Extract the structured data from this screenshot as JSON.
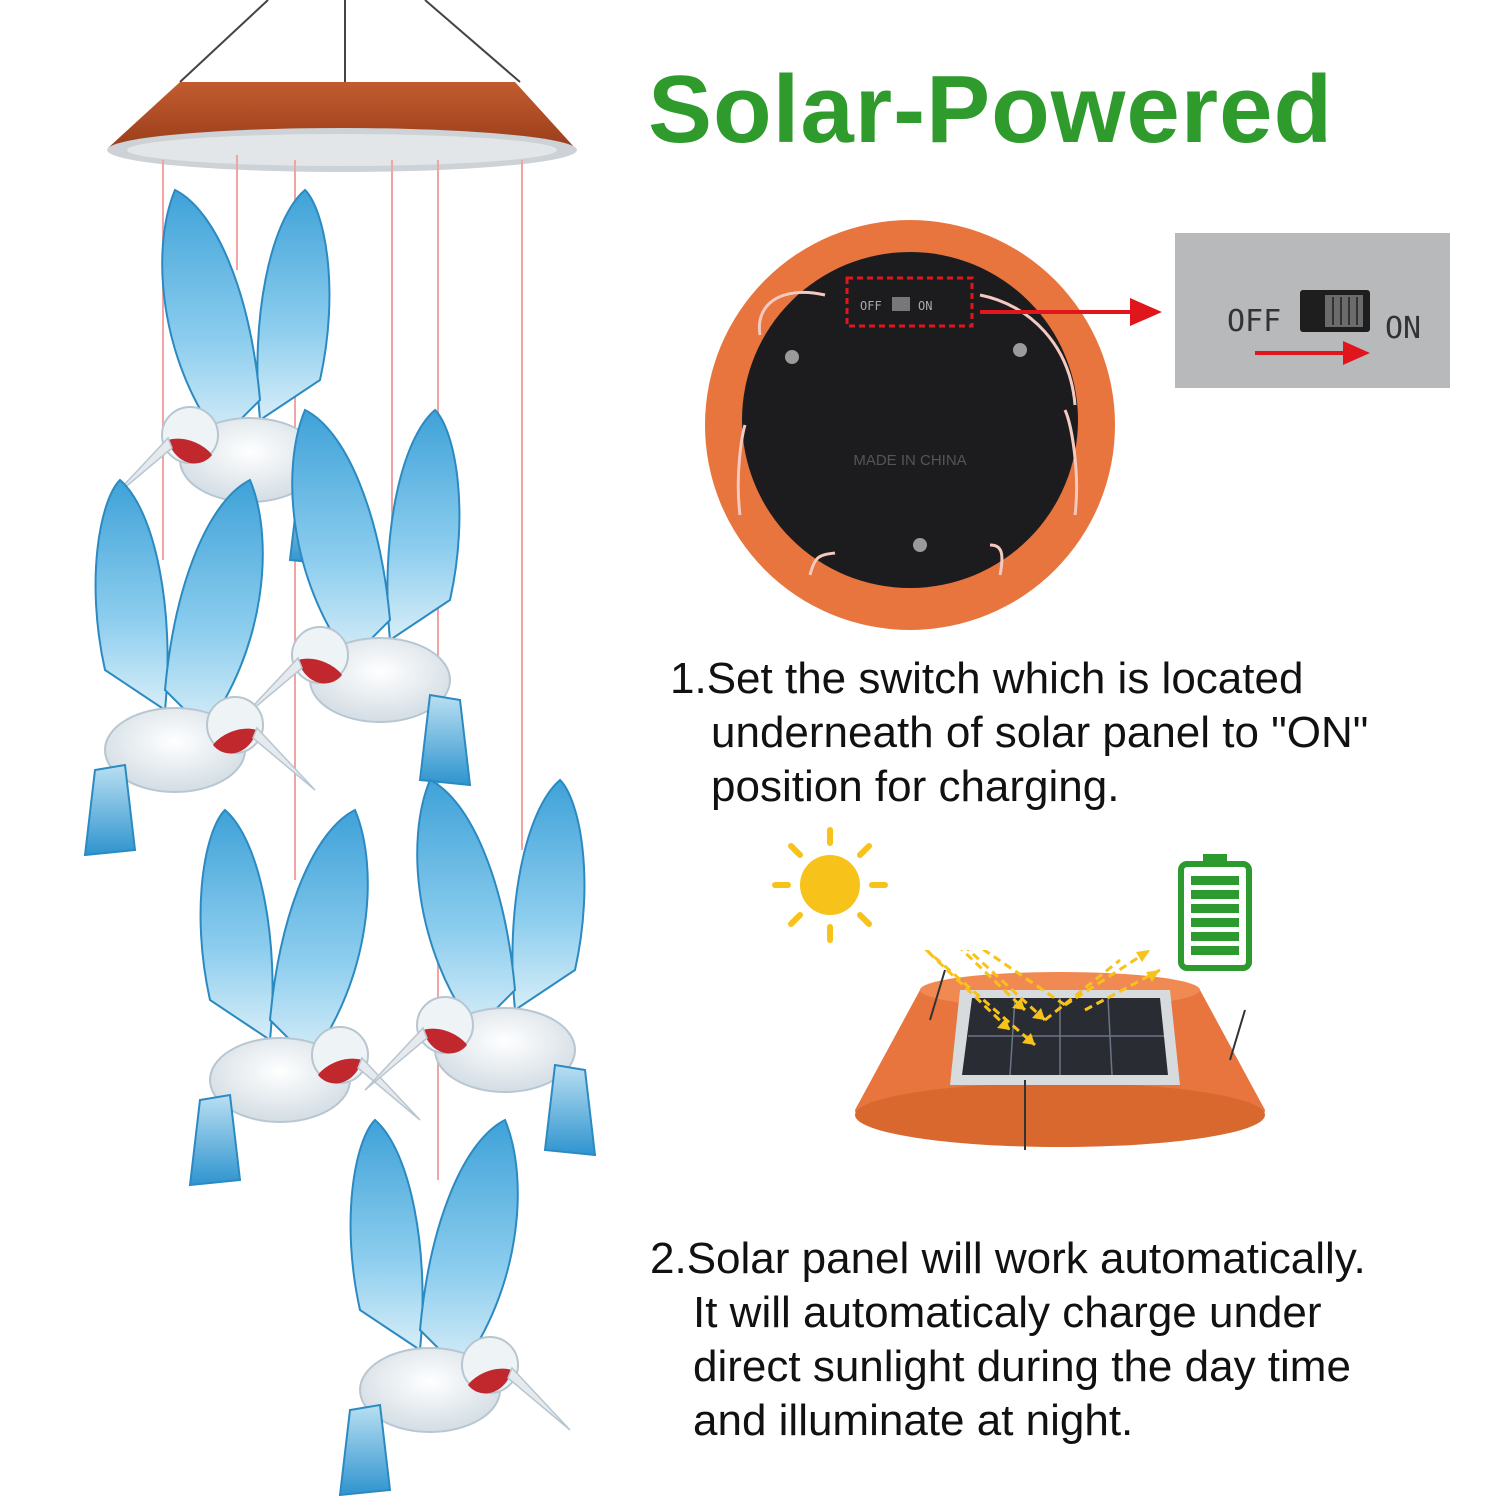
{
  "title": "Solar-Powered",
  "step1": {
    "number": "1.",
    "lines": [
      "Set the switch which is located",
      "underneath of solar panel to \"ON\"",
      "position for charging."
    ]
  },
  "step2": {
    "number": "2.",
    "lines": [
      "Solar panel will work automatically.",
      "It will automaticaly charge under",
      "direct sunlight during the day time",
      "and illuminate at night."
    ]
  },
  "switch_labels": {
    "off": "OFF",
    "on": "ON"
  },
  "bottom_marking": "MADE IN CHINA",
  "colors": {
    "title_green": "#2e9b2c",
    "wind_chime_top": "#b4512c",
    "hummingbird_wing": "#6fbde6",
    "hummingbird_throat": "#c0282e",
    "arrow_red": "#e1161d",
    "sun_yellow": "#f7c21a",
    "battery_green": "#2c9a2f",
    "panel_orange": "#e8743e"
  }
}
